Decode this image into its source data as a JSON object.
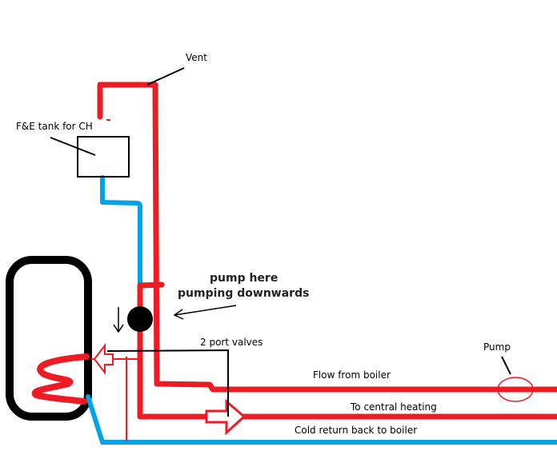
{
  "colors": {
    "hot": "#ed1c24",
    "cold": "#00a2e8",
    "outline": "#000000"
  },
  "labels": {
    "vent": "Vent",
    "fe_tank": "F&E tank for CH",
    "pump_note_line1": "pump here",
    "pump_note_line2": "pumping downwards",
    "two_port_valves": "2 port valves",
    "pump": "Pump",
    "flow_from_boiler": "Flow from boiler",
    "to_central_heating": "To central heating",
    "cold_return": "Cold return back to boiler"
  },
  "components": [
    {
      "id": "hot-water-cylinder",
      "name": "Hot water cylinder"
    },
    {
      "id": "fe-tank",
      "name": "F&E tank for CH"
    },
    {
      "id": "pump-existing",
      "name": "Pump on flow from boiler"
    },
    {
      "id": "pump-proposed",
      "name": "Proposed pump pumping downwards"
    }
  ]
}
